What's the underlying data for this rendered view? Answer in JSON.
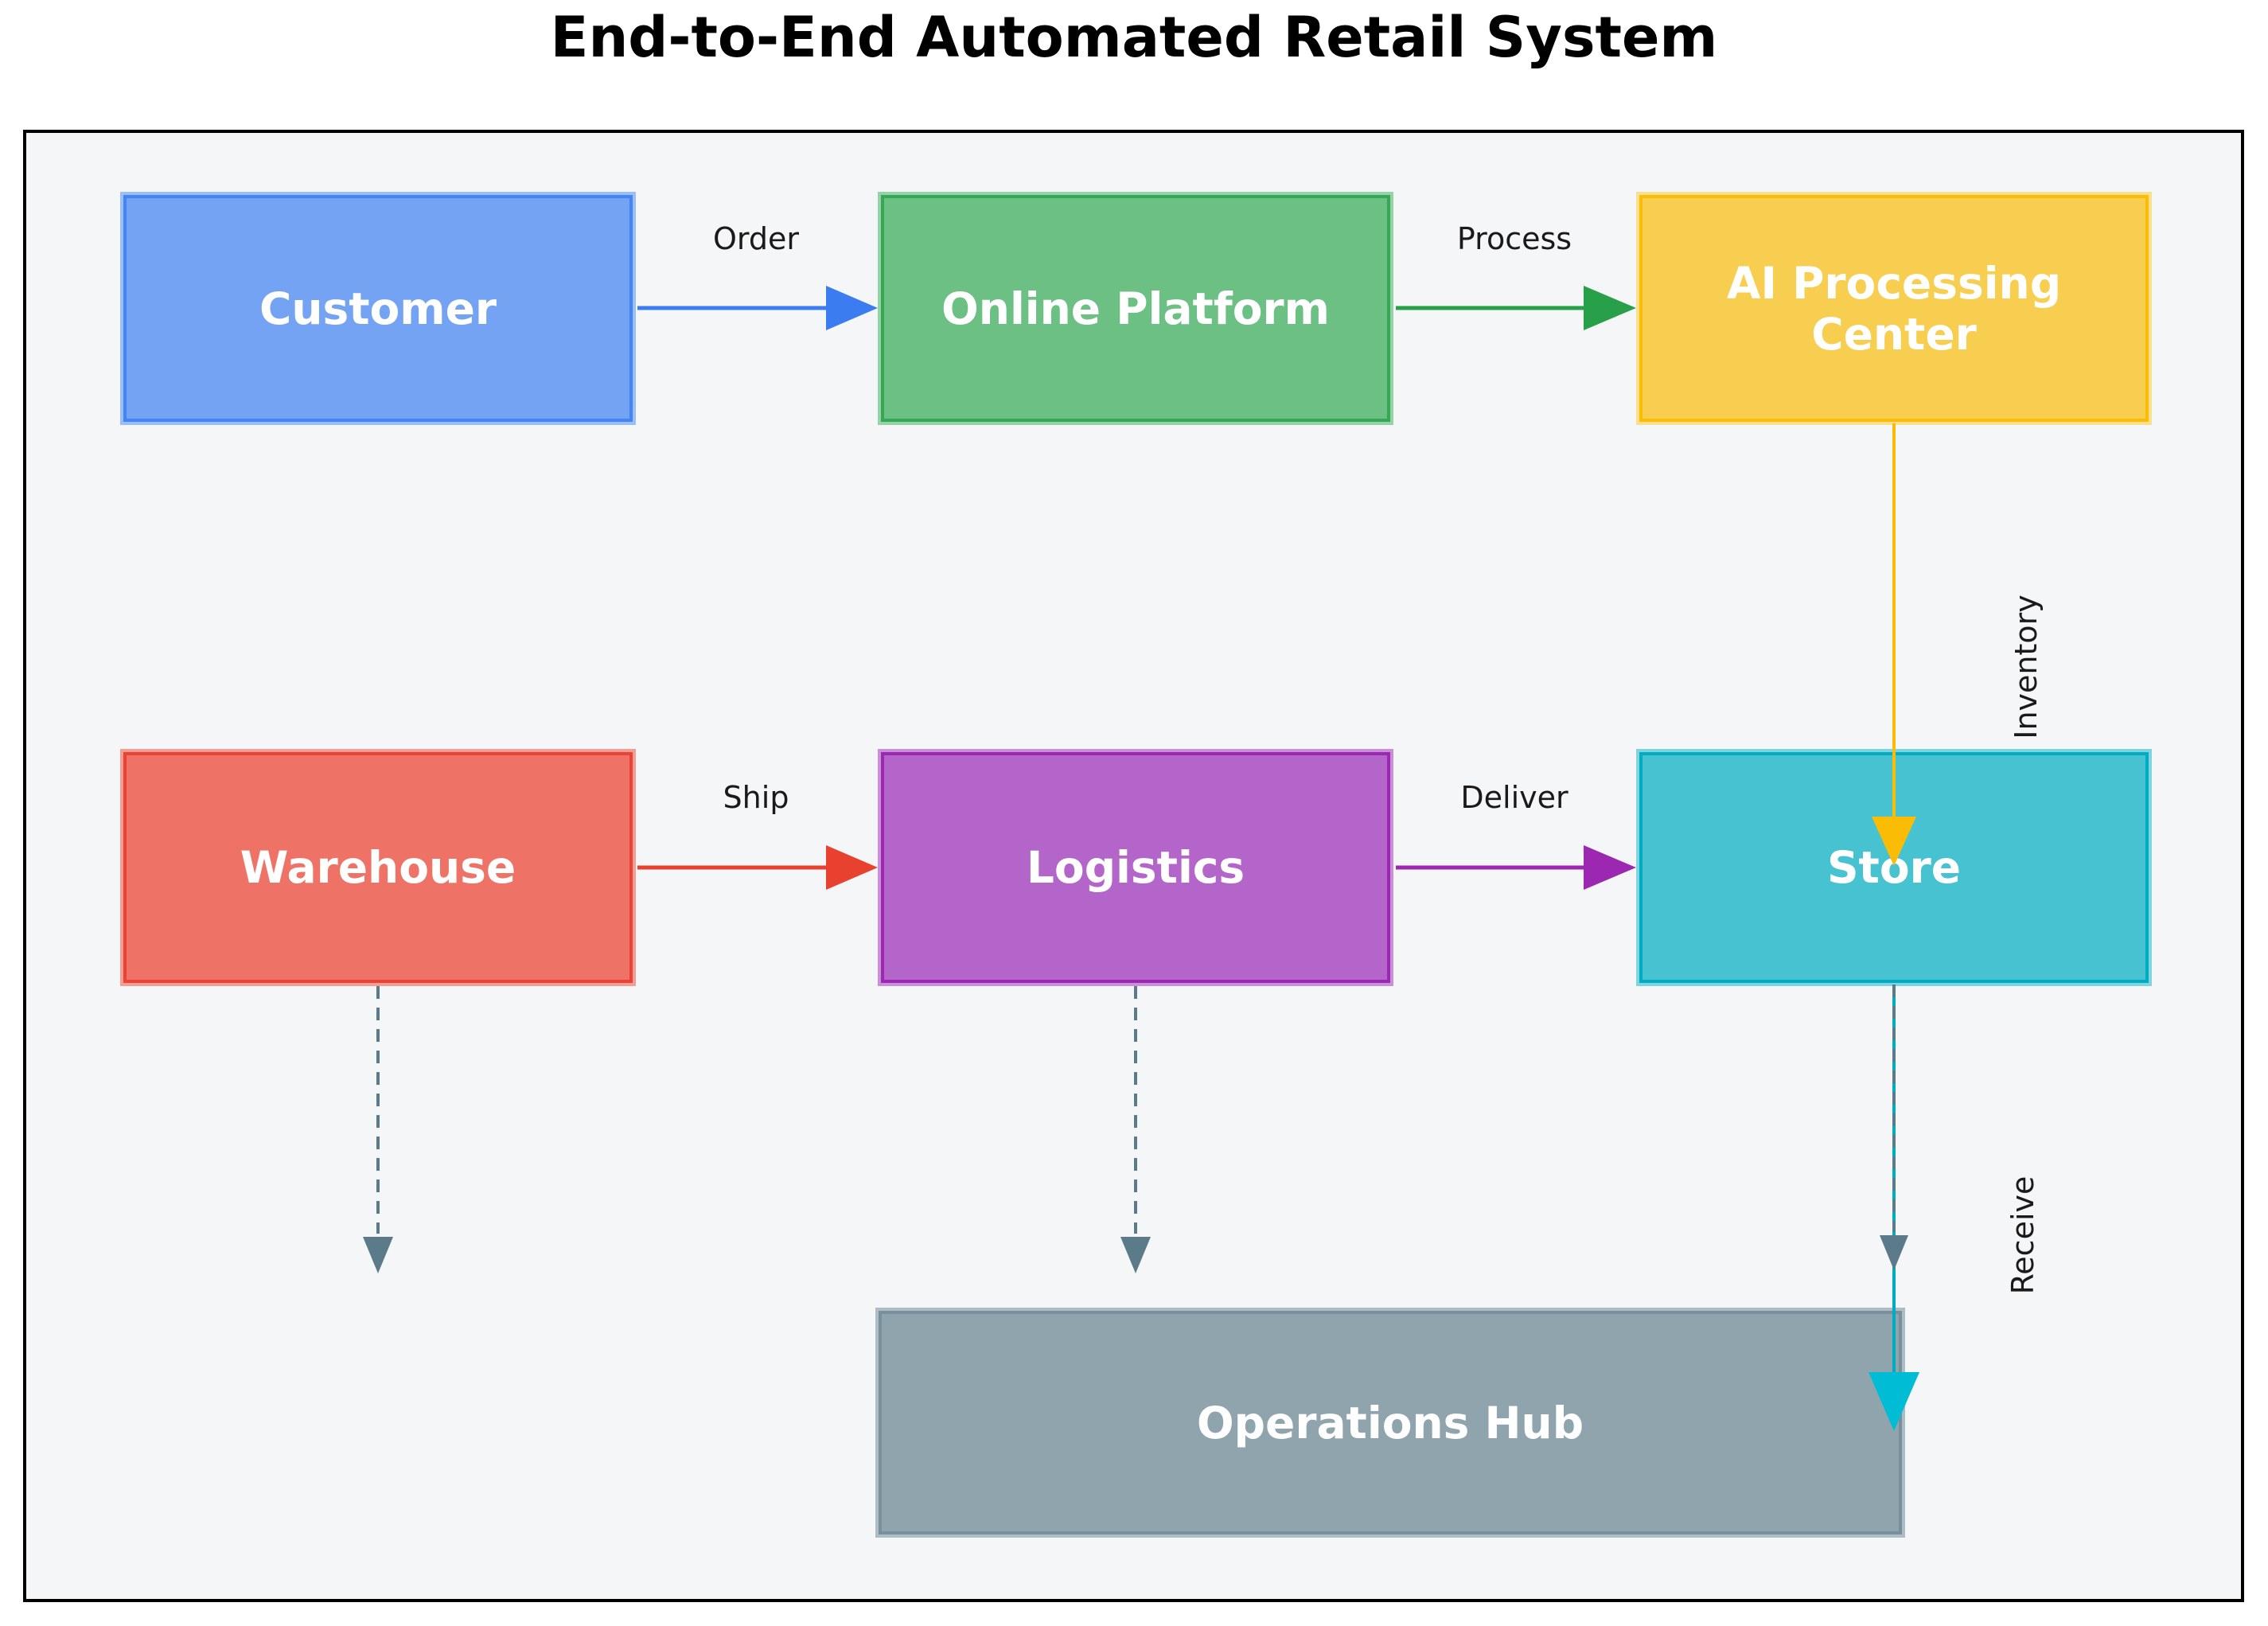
{
  "title": "End-to-End Automated Retail System",
  "diagram": {
    "type": "flowchart",
    "background": "#ffffff",
    "frame": {
      "background": "#f5f6f8",
      "border_color": "#000000"
    },
    "title_color": "#000000",
    "label_text_color": "#1a1a1a",
    "nodes": [
      {
        "id": "customer",
        "label": "Customer",
        "fill": "#74a3f3",
        "border": "#4285f4",
        "tint": "#9dbdf7",
        "text_color": "#ffffff"
      },
      {
        "id": "online-platform",
        "label": "Online Platform",
        "fill": "#6cc084",
        "border": "#34a853",
        "tint": "#96d2a7",
        "text_color": "#ffffff"
      },
      {
        "id": "ai-processing-center",
        "label": "AI Processing Center",
        "fill": "#f8ce51",
        "border": "#fbbc05",
        "tint": "#fadf8e",
        "text_color": "#ffffff"
      },
      {
        "id": "warehouse",
        "label": "Warehouse",
        "fill": "#ee7265",
        "border": "#ea4335",
        "tint": "#f39d93",
        "text_color": "#ffffff"
      },
      {
        "id": "logistics",
        "label": "Logistics",
        "fill": "#b365c9",
        "border": "#9c27b0",
        "tint": "#c98fd8",
        "text_color": "#ffffff"
      },
      {
        "id": "store",
        "label": "Store",
        "fill": "#46c2d1",
        "border": "#00acc1",
        "tint": "#7fd4df",
        "text_color": "#ffffff"
      },
      {
        "id": "operations-hub",
        "label": "Operations Hub",
        "fill": "#90a4ae",
        "border": "#78909c",
        "tint": "#aebcc4",
        "text_color": "#ffffff"
      }
    ],
    "edges": [
      {
        "from": "Customer",
        "to": "Online Platform",
        "label": "Order",
        "color": "#3b7cf0",
        "style": "solid",
        "direction": "right"
      },
      {
        "from": "Online Platform",
        "to": "AI Processing Center",
        "label": "Process",
        "color": "#28a04a",
        "style": "solid",
        "direction": "right"
      },
      {
        "from": "Warehouse",
        "to": "Logistics",
        "label": "Ship",
        "color": "#e8412f",
        "style": "solid",
        "direction": "right"
      },
      {
        "from": "Logistics",
        "to": "Store",
        "label": "Deliver",
        "color": "#9c27b0",
        "style": "solid",
        "direction": "right"
      },
      {
        "from": "AI Processing Center",
        "to": "Store",
        "label": "Inventory",
        "color": "#fbbc05",
        "style": "solid",
        "direction": "down",
        "label_orientation": "vertical"
      },
      {
        "from": "Store",
        "to": "Operations Hub",
        "label": "Receive",
        "line_color": "#00acc1",
        "head_color": "#00bcd4",
        "overlay_color": "#5b7a8a",
        "style": "solid",
        "direction": "down",
        "label_orientation": "vertical"
      },
      {
        "from": "Warehouse",
        "to": "",
        "label": "",
        "color": "#5b7a8a",
        "style": "dashed",
        "direction": "down"
      },
      {
        "from": "Logistics",
        "to": "Operations Hub",
        "label": "",
        "color": "#5b7a8a",
        "style": "dashed",
        "direction": "down"
      }
    ]
  }
}
